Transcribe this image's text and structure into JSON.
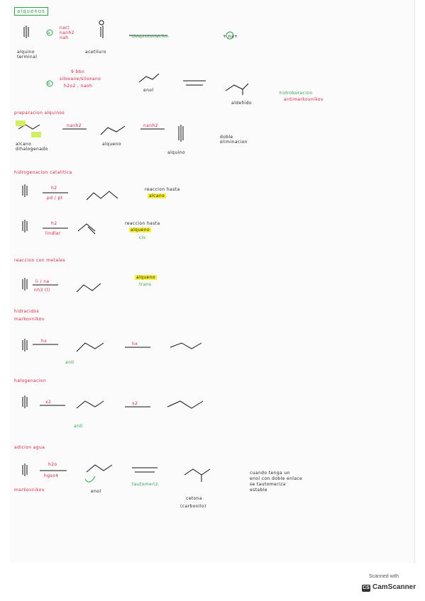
{
  "title": "alquenos",
  "s1": {
    "label_alquino_terminal": "alquino\nterminal",
    "step_a": "a",
    "reagents_a": "nacl\nnanh2\nnah",
    "acetiluro": "acetiluro",
    "reaction_a": "desprotonacion",
    "product_plus": "+ na+",
    "step_b": "b",
    "reagents_b_top": "9 bbn",
    "reagents_b_mid": "siloxane/siloxano",
    "reagents_b_bot": "h2o2 , naoh",
    "enol": "enol",
    "aldehido": "aldehido",
    "hidroboracion": "hidroboracion",
    "antimarkovnikov": "antimarkovnikov"
  },
  "s2": {
    "heading": "preparacion alquinos",
    "reagent1": "nanh2",
    "reagent2": "nanh2",
    "start": "alcano\ndihalogenado",
    "mid": "alqueno",
    "end": "alquino",
    "doble": "doble\neliminacion"
  },
  "s3": {
    "heading": "hidrogenacion catalitica",
    "r1_top": "h2",
    "r1_bot": "pd / pt",
    "r1_note": "reaccion hasta",
    "r1_hl": "alcano",
    "r2_top": "h2",
    "r2_bot": "lindlar",
    "r2_note": "reaccion hasta",
    "r2_hl": "alqueno",
    "r2_cis": "cis"
  },
  "s4": {
    "heading": "reaccion con metales",
    "reag_top": "li / na",
    "reag_bot": "nh3 (l)",
    "hl": "alqueno",
    "trans": "trans"
  },
  "s5": {
    "heading": "hidracidos",
    "sub": "markovnikov",
    "reag1": "hx",
    "reag2": "hx",
    "anti": "anti"
  },
  "s6": {
    "heading": "halogenacion",
    "reag1": "x2",
    "reag2": "x2",
    "anti": "anti"
  },
  "s7": {
    "heading": "adicion agua",
    "reag_top": "h2o",
    "reag_bot": "hgso4",
    "markovnikov": "markovnikov",
    "enol": "enol",
    "tautomeriz": "tautomeriz.",
    "cetona": "cetona",
    "carbonilo": "(carbonilo)",
    "note": "cuando tenga un\nenol con doble enlace\nse tautomeriza\nestable"
  },
  "footer": {
    "scanned": "Scanned with",
    "brand": "CamScanner",
    "logo": "CS"
  }
}
